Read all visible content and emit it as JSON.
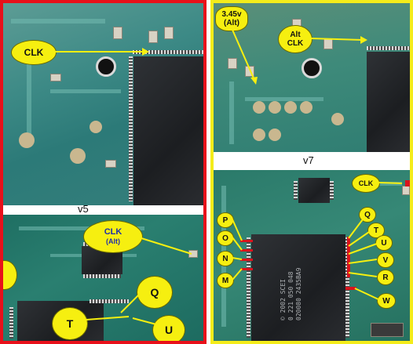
{
  "left_panel": {
    "version_label": "v5",
    "callouts": {
      "clk": "CLK",
      "clk_alt_line1": "CLK",
      "clk_alt_line2": "(Alt)",
      "q": "Q",
      "t": "T",
      "u": "U"
    }
  },
  "right_panel": {
    "version_label": "v7",
    "callouts": {
      "voltage_line1": "3.45v",
      "voltage_line2": "(Alt)",
      "alt_clk_line1": "Alt",
      "alt_clk_line2": "CLK",
      "clk": "CLK",
      "p": "P",
      "o": "O",
      "n": "N",
      "m": "M",
      "q": "Q",
      "t": "T",
      "u": "U",
      "v": "V",
      "r": "R",
      "w": "W"
    },
    "chip_text_line1": "© 2002 SCEI",
    "chip_text_line2": "0 221 050 048",
    "chip_text_line3": "020080 2435BA9"
  },
  "colors": {
    "left_border": "#e8101a",
    "right_border": "#f4ec1a",
    "callout_fill": "#f6ef10"
  }
}
